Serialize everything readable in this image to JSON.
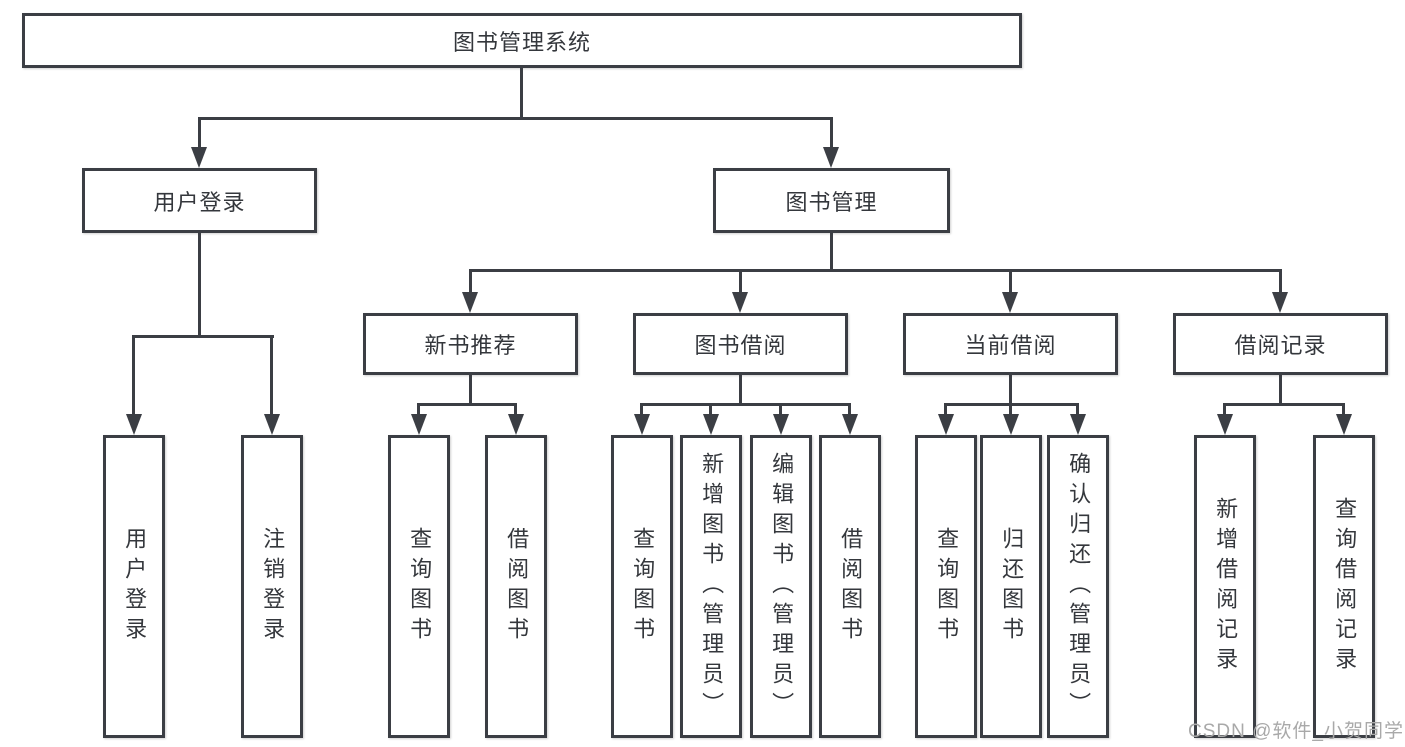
{
  "watermark": "CSDN @软件_小贺同学",
  "tree": {
    "root": "图书管理系统",
    "branches": [
      {
        "label": "用户登录",
        "leaves": [
          "用户登录",
          "注销登录"
        ]
      },
      {
        "label": "图书管理",
        "groups": [
          {
            "label": "新书推荐",
            "leaves": [
              "查询图书",
              "借阅图书"
            ]
          },
          {
            "label": "图书借阅",
            "leaves": [
              "查询图书",
              "新增图书（管理员）",
              "编辑图书（管理员）",
              "借阅图书"
            ]
          },
          {
            "label": "当前借阅",
            "leaves": [
              "查询图书",
              "归还图书",
              "确认归还（管理员）"
            ]
          },
          {
            "label": "借阅记录",
            "leaves": [
              "新增借阅记录",
              "查询借阅记录"
            ]
          }
        ]
      }
    ]
  }
}
